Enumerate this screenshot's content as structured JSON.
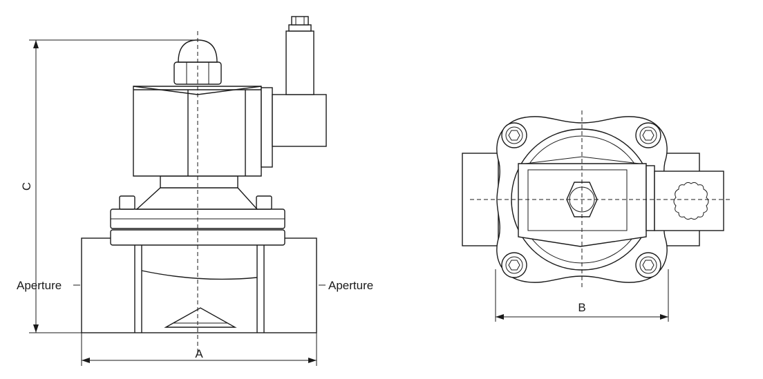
{
  "labels": {
    "dim_a": "A",
    "dim_b": "B",
    "dim_c": "C",
    "aperture_left": "Aperture",
    "aperture_right": "Aperture"
  }
}
